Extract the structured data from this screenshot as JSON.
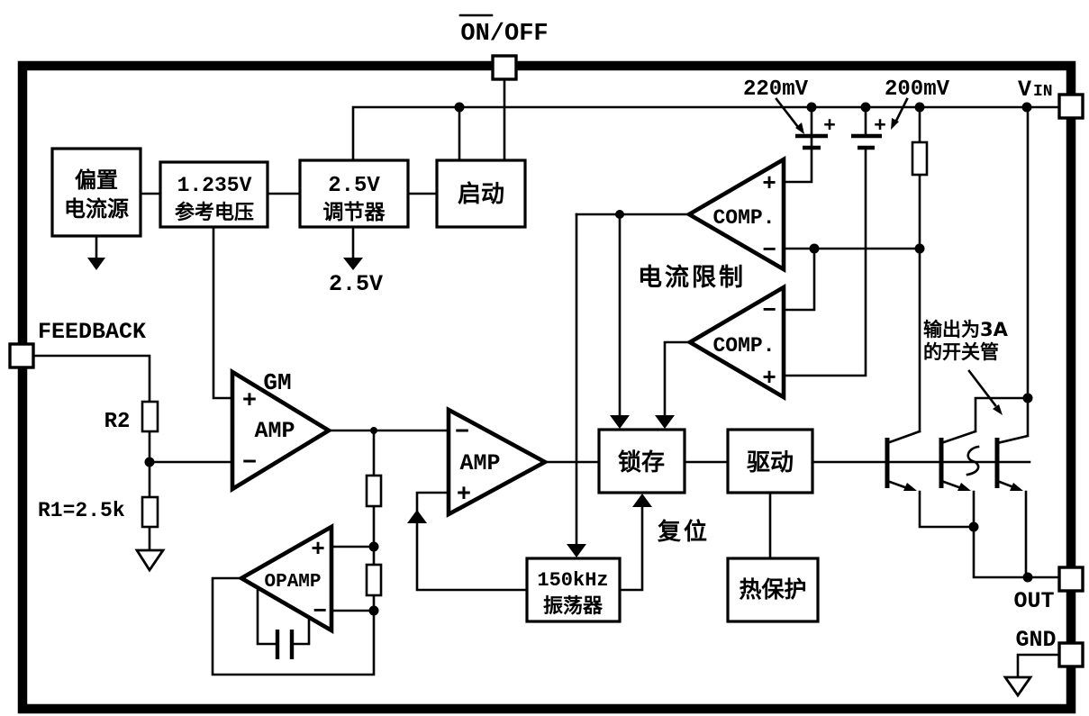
{
  "pins": {
    "on_off": "ON/OFF",
    "vin_v": "V",
    "vin_in": "IN",
    "feedback": "FEEDBACK",
    "out": "OUT",
    "gnd": "GND"
  },
  "blocks": {
    "bias_line1": "偏置",
    "bias_line2": "电流源",
    "ref_line1": "1.235V",
    "ref_line2": "参考电压",
    "reg_line1": "2.5V",
    "reg_line2": "调节器",
    "startup": "启动",
    "latch": "锁存",
    "driver": "驱动",
    "osc_line1": "150kHz",
    "osc_line2": "振荡器",
    "thermal": "热保护"
  },
  "amps": {
    "gm_title": "GM",
    "gm_body": "AMP",
    "pwm_body": "AMP",
    "opamp_body": "OPAMP",
    "comp_upper": "COMP.",
    "comp_lower": "COMP."
  },
  "symbols": {
    "plus": "+",
    "minus": "−"
  },
  "labels": {
    "v220": "220mV",
    "v200": "200mV",
    "reg_out": "2.5V",
    "r2": "R2",
    "r1": "R1=2.5k",
    "current_limit": "电流限制",
    "reset": "复位",
    "switch_note_line1": "输出为3A",
    "switch_note_line2": "的开关管"
  },
  "colors": {
    "ink": "#000000",
    "paper": "#ffffff"
  }
}
